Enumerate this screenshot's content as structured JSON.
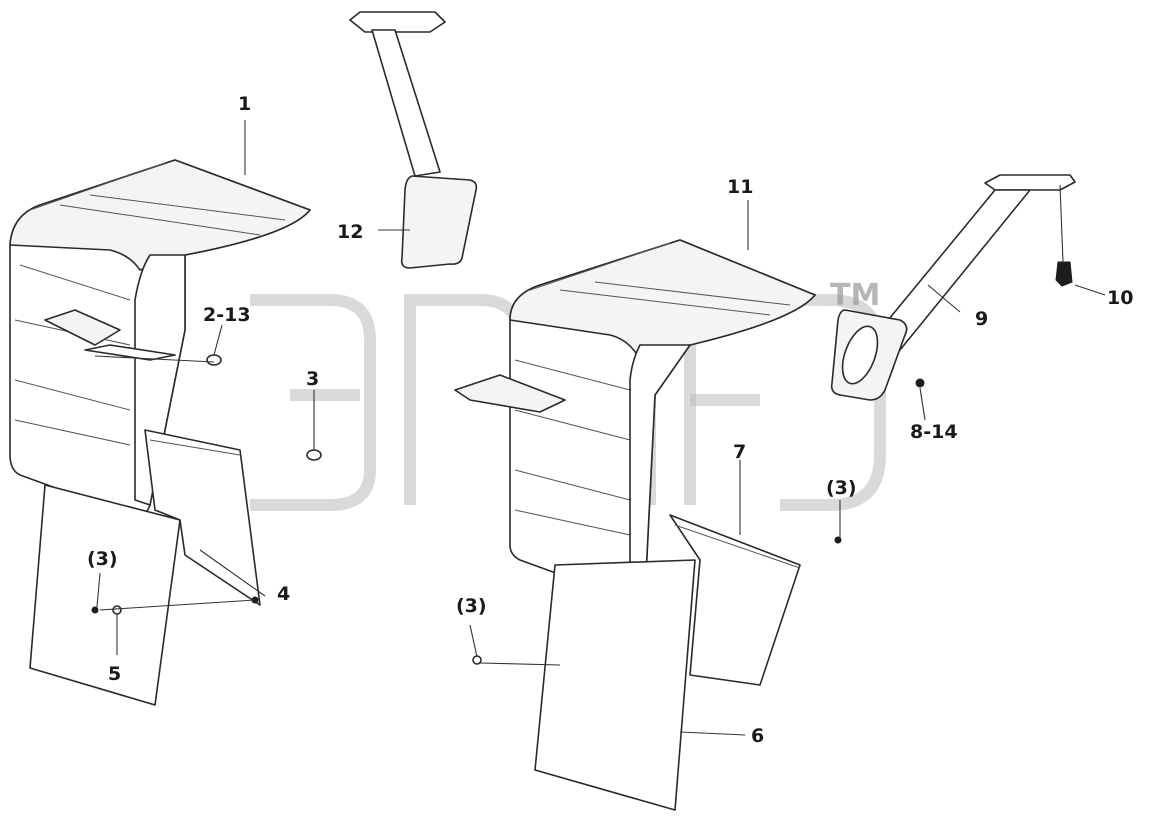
{
  "diagram": {
    "callouts": {
      "c1": "1",
      "c12": "12",
      "c11": "11",
      "c10": "10",
      "c9": "9",
      "c2_13": "2-13",
      "c3": "3",
      "c8_14": "8-14",
      "c7": "7",
      "c3_right": "(3)",
      "c3_left": "(3)",
      "c4": "4",
      "c5": "5",
      "c3_mid": "(3)",
      "c6": "6"
    },
    "watermark": {
      "mark": "TM"
    }
  }
}
